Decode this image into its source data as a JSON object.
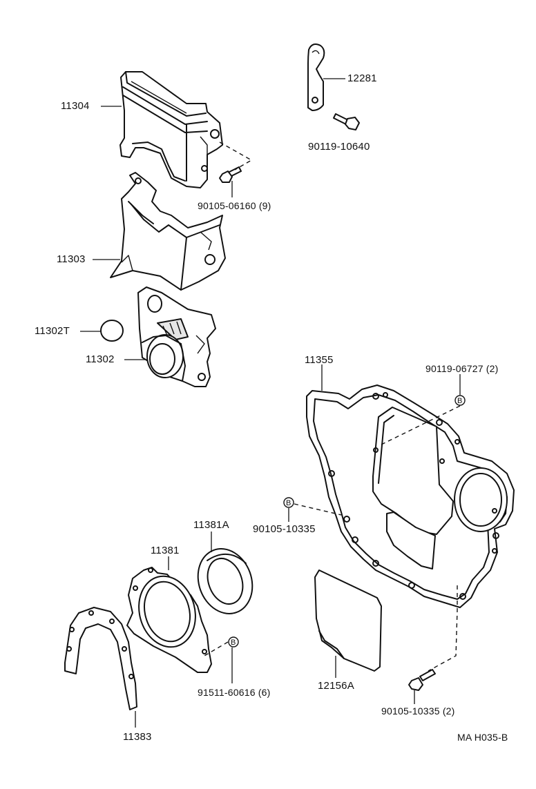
{
  "labels": {
    "p11304": "11304",
    "p11303": "11303",
    "p11302T": "11302T",
    "p11302": "11302",
    "p12281": "12281",
    "b90119_10640": "90119-10640",
    "b90105_06160": "90105-06160 (9)",
    "p11355": "11355",
    "b90119_06727": "90119-06727 (2)",
    "b90105_10335a": "90105-10335",
    "p11381A": "11381A",
    "p11381": "11381",
    "p11383": "11383",
    "b91511_60616": "91511-60616 (6)",
    "p12156A": "12156A",
    "b90105_10335b": "90105-10335 (2)"
  },
  "markers": {
    "b": "B"
  },
  "diagram_ref": "MA H035-B"
}
